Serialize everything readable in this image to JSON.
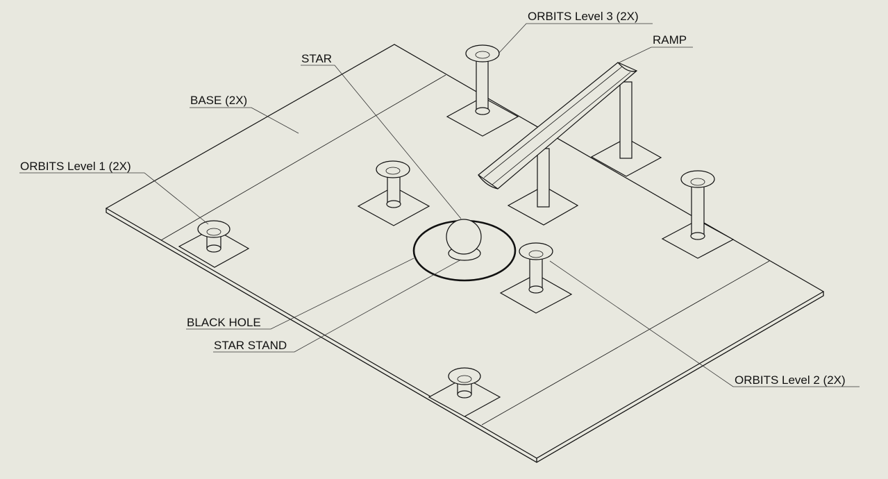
{
  "labels": {
    "orbits_level_3": "ORBITS Level 3 (2X)",
    "ramp": "RAMP",
    "star": "STAR",
    "base": "BASE (2X)",
    "orbits_level_1": "ORBITS Level 1  (2X)",
    "black_hole": "BLACK HOLE",
    "star_stand": "STAR STAND",
    "orbits_level_2": "ORBITS Level 2 (2X)"
  }
}
